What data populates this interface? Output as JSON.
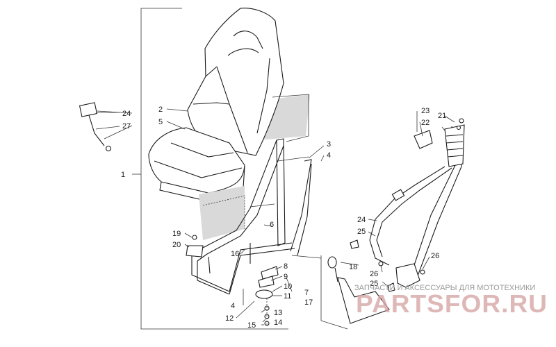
{
  "diagram": {
    "callouts": [
      {
        "id": "c1",
        "text": "1"
      },
      {
        "id": "c2",
        "text": "2"
      },
      {
        "id": "c5",
        "text": "5"
      },
      {
        "id": "c24a",
        "text": "24"
      },
      {
        "id": "c27",
        "text": "27"
      },
      {
        "id": "c3",
        "text": "3"
      },
      {
        "id": "c4a",
        "text": "4"
      },
      {
        "id": "c23",
        "text": "23"
      },
      {
        "id": "c22",
        "text": "22"
      },
      {
        "id": "c21",
        "text": "21"
      },
      {
        "id": "c6",
        "text": "6"
      },
      {
        "id": "c19",
        "text": "19"
      },
      {
        "id": "c20",
        "text": "20"
      },
      {
        "id": "c16",
        "text": "16"
      },
      {
        "id": "c24b",
        "text": "24"
      },
      {
        "id": "c25a",
        "text": "25"
      },
      {
        "id": "c18",
        "text": "18"
      },
      {
        "id": "c8",
        "text": "8"
      },
      {
        "id": "c9",
        "text": "9"
      },
      {
        "id": "c10",
        "text": "10"
      },
      {
        "id": "c11",
        "text": "11"
      },
      {
        "id": "c7",
        "text": "7"
      },
      {
        "id": "c17",
        "text": "17"
      },
      {
        "id": "c4b",
        "text": "4"
      },
      {
        "id": "c12",
        "text": "12"
      },
      {
        "id": "c13",
        "text": "13"
      },
      {
        "id": "c14",
        "text": "14"
      },
      {
        "id": "c15",
        "text": "15"
      },
      {
        "id": "c26a",
        "text": "26"
      },
      {
        "id": "c25b",
        "text": "25"
      },
      {
        "id": "c26b",
        "text": "26"
      }
    ]
  },
  "watermark": {
    "brand": "PARTSFOR.RU",
    "tagline": "ЗАПЧАСТИ И АКСЕССУАРЫ ДЛЯ МОТОТЕХНИКИ"
  }
}
